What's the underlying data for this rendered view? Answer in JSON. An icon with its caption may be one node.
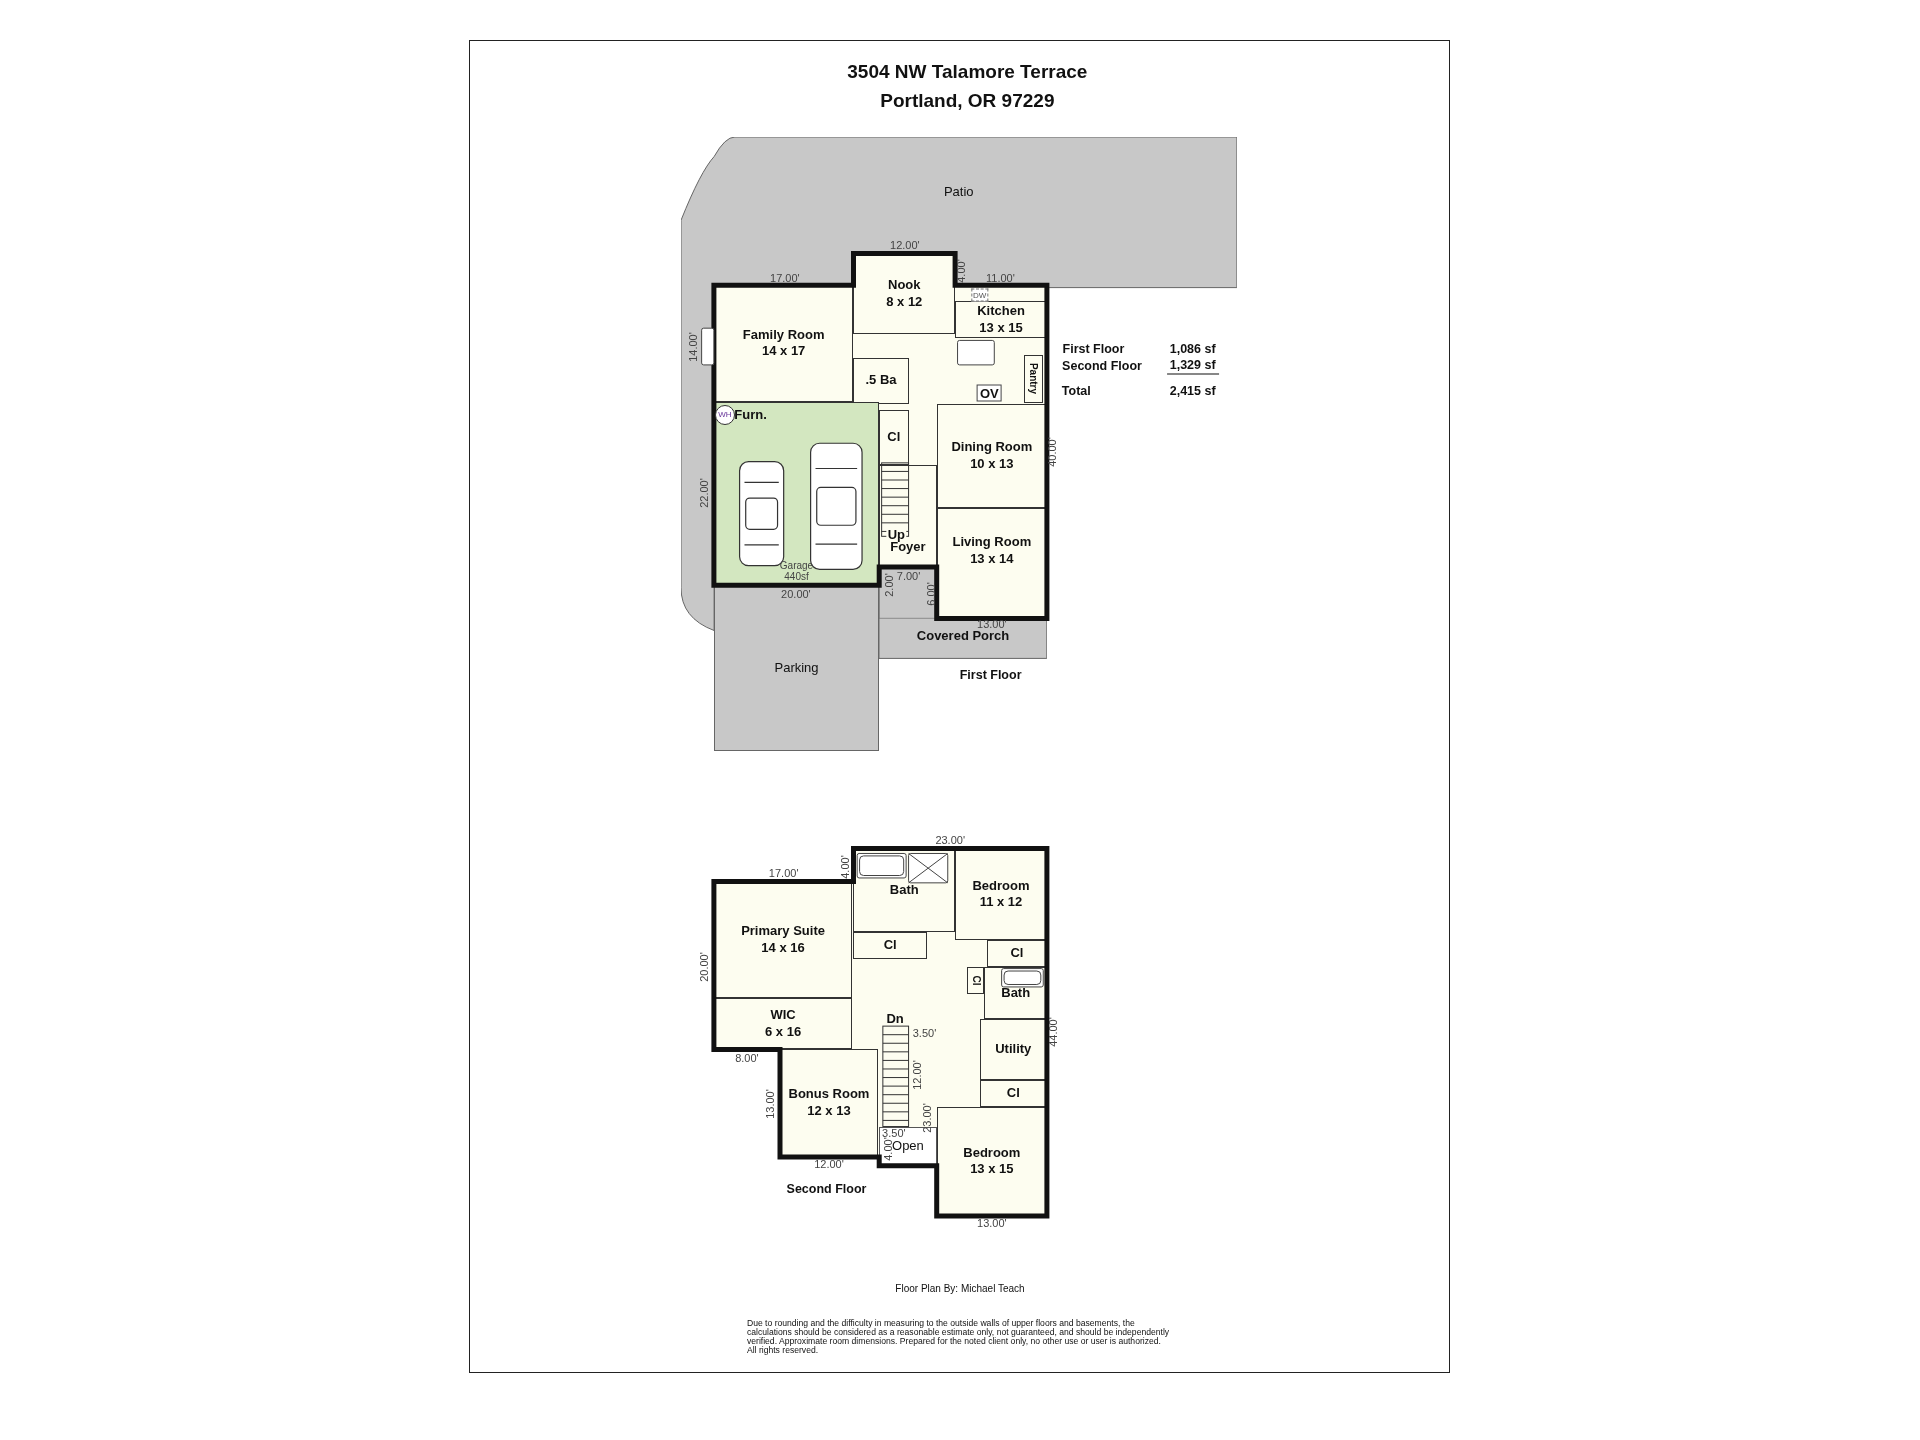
{
  "diagram": {
    "title": "3504 NW Talamore Terrace Portland, OR 97229",
    "nodes": [
      {
        "text": [
          "Patio"
        ]
      },
      {
        "text": [
          "Nook",
          "8 x 12"
        ]
      },
      {
        "text": [
          "Family Room",
          "14 x 17"
        ]
      },
      {
        "text": [
          "Kitchen",
          "13 x 15"
        ]
      },
      {
        "text": [
          ".5 Ba"
        ]
      },
      {
        "text": [
          "Pantry"
        ]
      },
      {
        "text": [
          "Garage 440sf"
        ]
      },
      {
        "text": [
          "Cl"
        ]
      },
      {
        "text": [
          "Dining Room",
          "10 x 13"
        ]
      },
      {
        "text": [
          "Foyer"
        ]
      },
      {
        "text": [
          "Living Room",
          "13 x 14"
        ]
      },
      {
        "text": [
          "Covered Porch"
        ]
      },
      {
        "text": [
          "Parking"
        ]
      },
      {
        "text": [
          "Bath"
        ]
      },
      {
        "text": [
          "Bedroom",
          "11 x 12"
        ]
      },
      {
        "text": [
          "Primary Suite",
          "14 x 16"
        ]
      },
      {
        "text": [
          "Cl"
        ]
      },
      {
        "text": [
          "Cl"
        ]
      },
      {
        "text": [
          "Cl"
        ]
      },
      {
        "text": [
          "Bath"
        ]
      },
      {
        "text": [
          "WIC",
          "6 x 16"
        ]
      },
      {
        "text": [
          "Utility"
        ]
      },
      {
        "text": [
          "Cl"
        ]
      },
      {
        "text": [
          "Bonus Room",
          "12 x 13"
        ]
      },
      {
        "text": [
          "Open"
        ]
      },
      {
        "text": [
          "Bedroom",
          "13 x 15"
        ]
      }
    ],
    "labels": [
      "12.00'",
      "4.00'",
      "17.00'",
      "11.00'",
      "DW",
      "14.00'",
      "First Floor",
      "1,086 sf",
      "Second Floor",
      "1,329 sf",
      "OV",
      "Total",
      "2,415 sf",
      "WH",
      "Furn.",
      "40.00'",
      "22.00'",
      "Up",
      "7.00'",
      "2.00'",
      "20.00'",
      "6.00'",
      "13.00'",
      "First Floor",
      "23.00'",
      "4.00'",
      "17.00'",
      "20.00'",
      "Dn",
      "3.50'",
      "44.00'",
      "8.00'",
      "12.00'",
      "13.00'",
      "23.00'",
      "3.50'",
      "4.00'",
      "12.00'",
      "Second Floor",
      "13.00'",
      "Floor Plan By: Michael Teach",
      "Due to rounding and the difficulty in measuring to the outside walls of upper floors and basements, the calculations should be considered as a reasonable estimate only, not guaranteed, and should be independently verified. Approximate room dimensions. Prepared for the noted client only, no other use or user is authorized. All rights reserved."
    ]
  }
}
